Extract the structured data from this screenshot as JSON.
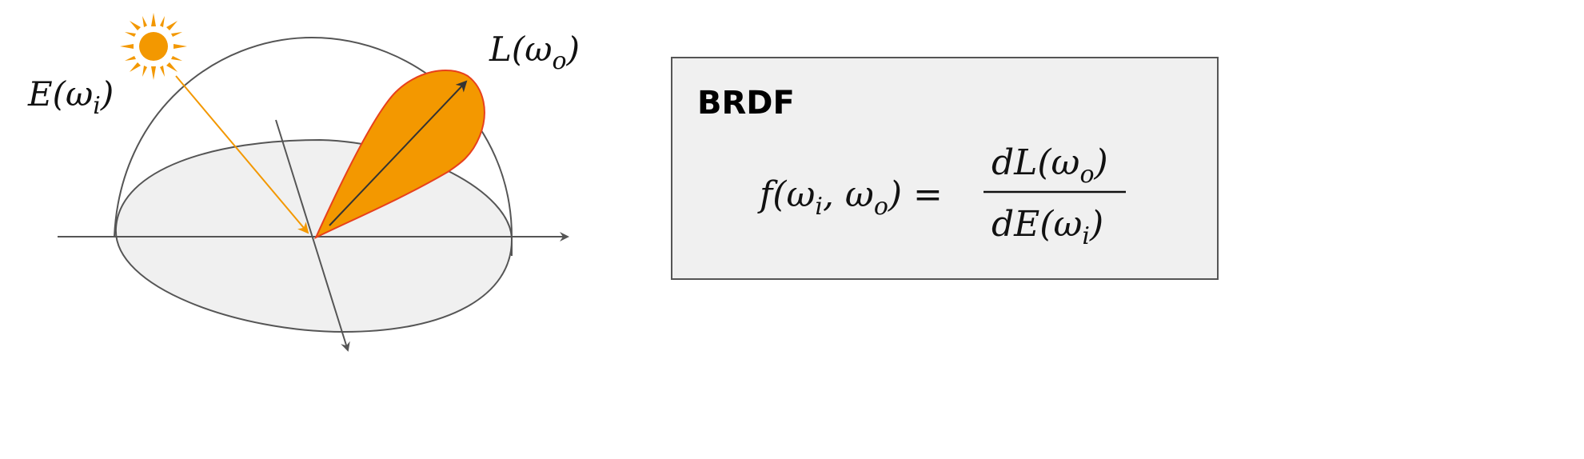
{
  "labels": {
    "incident": {
      "main": "E(ω",
      "sub": "i",
      "close": ")"
    },
    "outgoing": {
      "main": "L(ω",
      "sub": "o",
      "close": ")"
    }
  },
  "box": {
    "title": "BRDF",
    "lhs": {
      "a": "f(ω",
      "sub1": "i",
      "b": ", ω",
      "sub2": "o",
      "c": ") ="
    },
    "numerator": {
      "a": "dL(ω",
      "sub": "o",
      "b": ")"
    },
    "denominator": {
      "a": "dE(ω",
      "sub": "i",
      "b": ")"
    }
  },
  "colors": {
    "orange": "#f39800",
    "lobe_edge": "#e8401c",
    "line": "#555555",
    "surface": "#f0f0f0"
  }
}
